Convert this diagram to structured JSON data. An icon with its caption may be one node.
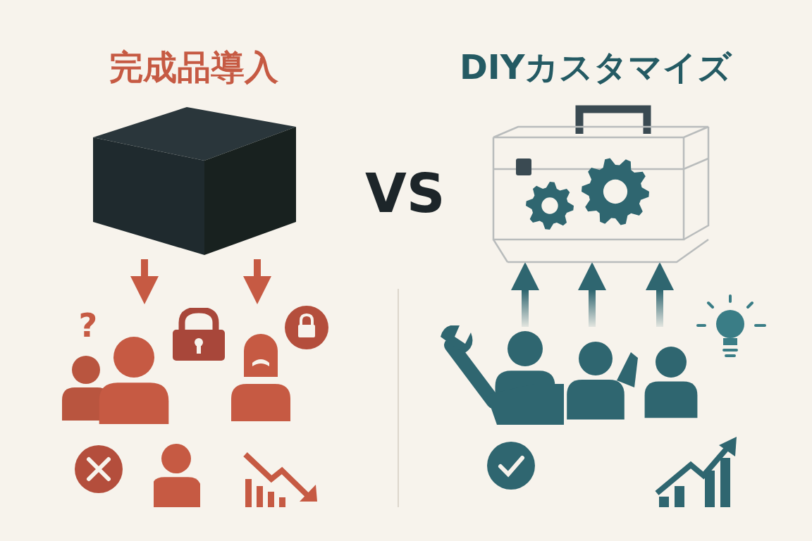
{
  "diagram": {
    "nodes": [
      {
        "text": [],
        "shape": "box"
      },
      {
        "text": [],
        "shape": "person"
      },
      {
        "text": [],
        "shape": "picture"
      },
      {
        "text": [],
        "shape": "person"
      }
    ],
    "edges": [
      {
        "from": 0,
        "to": 1,
        "arrow": "to",
        "color": "#c65a43"
      },
      {
        "from": 0,
        "to": 1,
        "arrow": "to",
        "color": "#c65a43"
      },
      {
        "from": 3,
        "to": 2,
        "arrow": "to"
      },
      {
        "from": 3,
        "to": 2,
        "arrow": "to"
      },
      {
        "from": 3,
        "to": 2,
        "arrow": "to"
      }
    ],
    "labels": [
      "完成品導入",
      "VS",
      "DIYカスタマイズ",
      "?"
    ]
  }
}
